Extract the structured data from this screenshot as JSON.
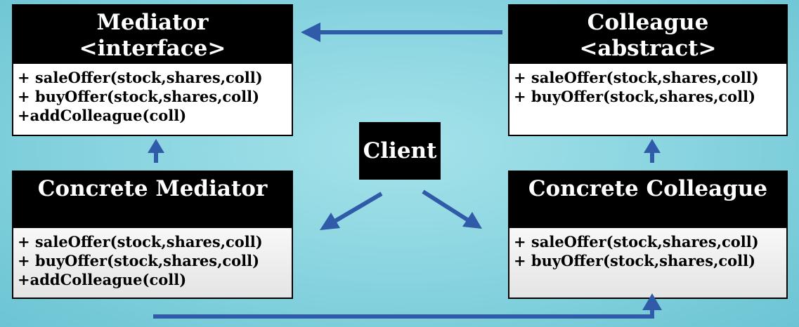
{
  "mediator": {
    "title": "Mediator",
    "stereotype": "<interface>",
    "methods": [
      "+ saleOffer(stock,shares,coll)",
      "+ buyOffer(stock,shares,coll)",
      "+addColleague(coll)"
    ]
  },
  "colleague": {
    "title": "Colleague",
    "stereotype": "<abstract>",
    "methods": [
      "+ saleOffer(stock,shares,coll)",
      "+ buyOffer(stock,shares,coll)"
    ]
  },
  "concrete_mediator": {
    "title": "Concrete Mediator",
    "methods": [
      "+ saleOffer(stock,shares,coll)",
      "+ buyOffer(stock,shares,coll)",
      "+addColleague(coll)"
    ]
  },
  "concrete_colleague": {
    "title": "Concrete Colleague",
    "methods": [
      "+ saleOffer(stock,shares,coll)",
      "+ buyOffer(stock,shares,coll)"
    ]
  },
  "client": {
    "label": "Client"
  },
  "colors": {
    "arrow": "#2f5ba8",
    "header": "#000000",
    "background": "#8fd6e0"
  }
}
